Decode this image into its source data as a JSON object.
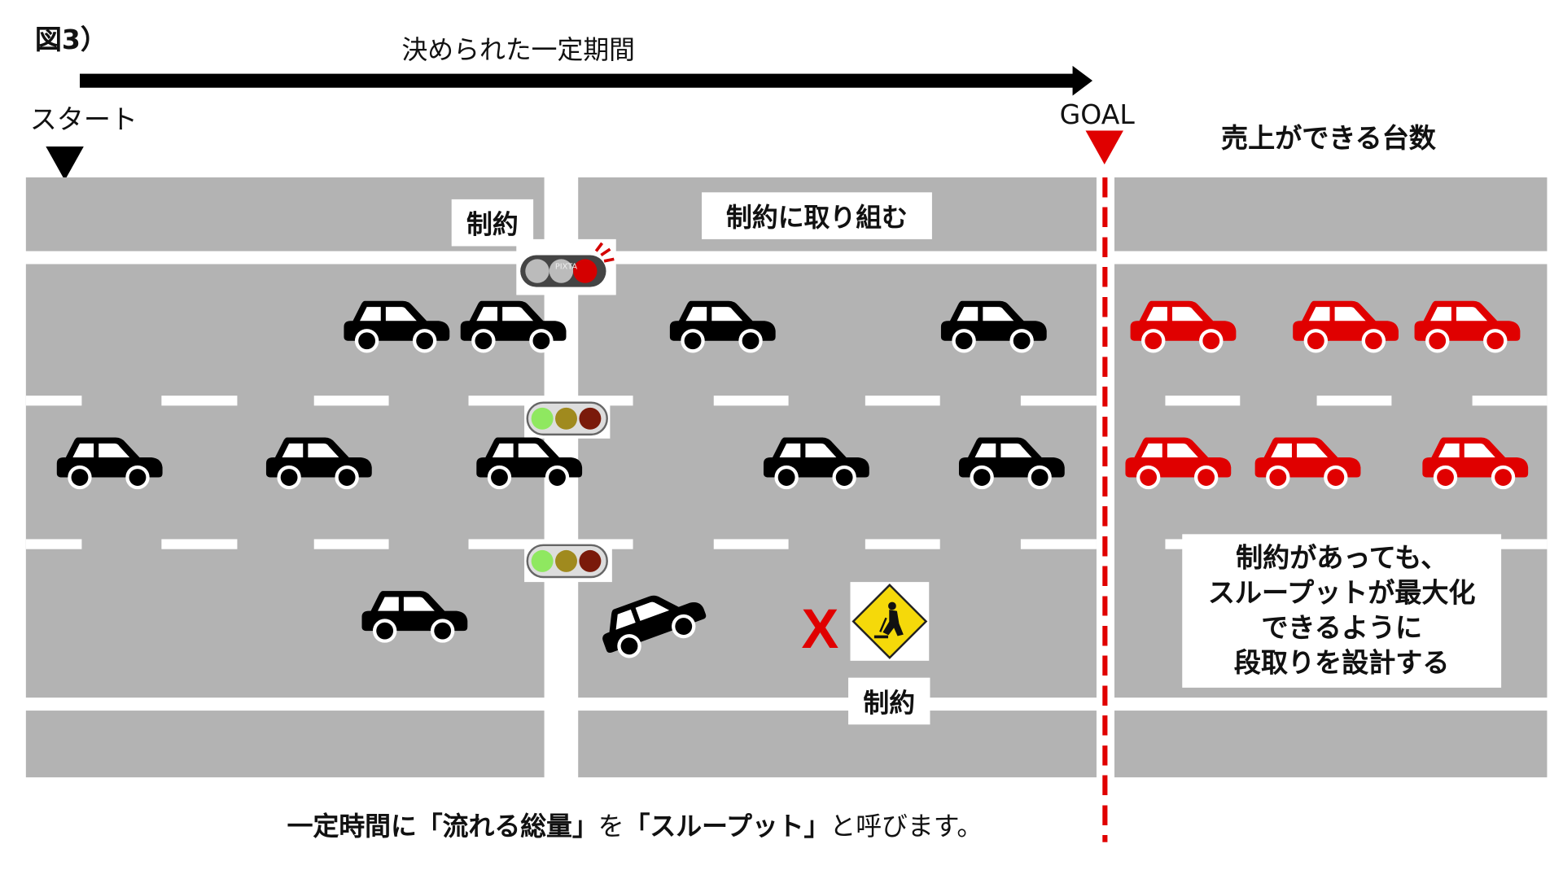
{
  "figure_label": "図3）",
  "period_label": "決められた一定期間",
  "start_label": "スタート",
  "goal_label": "GOAL",
  "sales_heading": "売上ができる台数",
  "constraint_label_top": "制約",
  "constraint_work_label": "制約に取り組む",
  "constraint_label_bottom": "制約",
  "blocked_mark": "X",
  "traffic_light_watermark": "PIXTA",
  "design_note": {
    "lines": [
      "制約があっても、",
      "スループットが最大化",
      "できるように",
      "段取りを設計する"
    ]
  },
  "caption": {
    "part1": "一定時間に「流れる総量」",
    "part2": "を",
    "part3": "「スループット」",
    "part4": "と呼びます。"
  },
  "colors": {
    "road": "#b3b3b3",
    "goal": "#e00000",
    "car_before_goal": "#000000",
    "car_after_goal": "#e00000",
    "sign": "#f5d90a"
  }
}
